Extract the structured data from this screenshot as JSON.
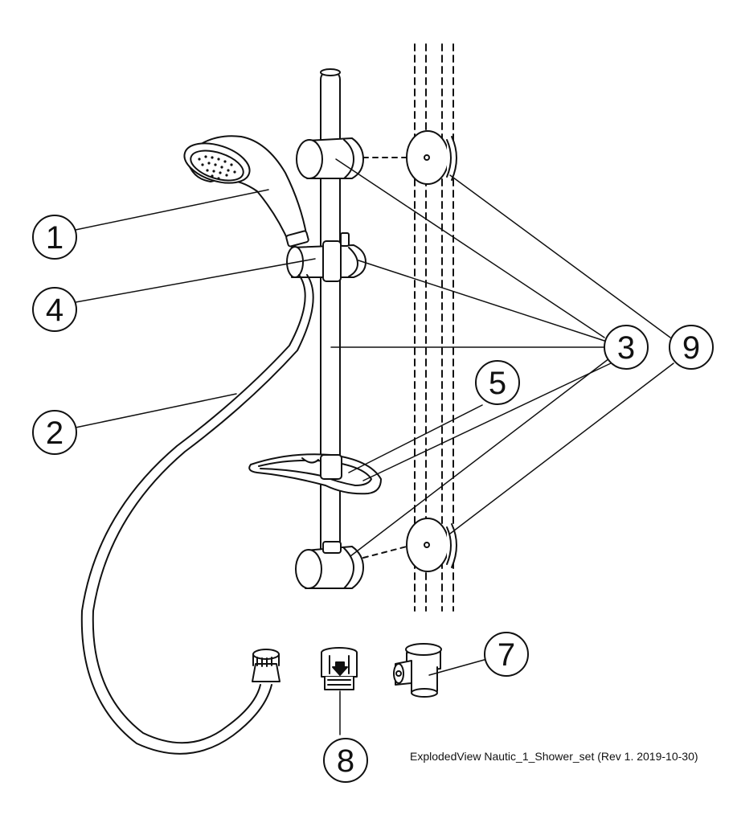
{
  "diagram": {
    "caption": "ExplodedView Nautic_1_Shower_set  (Rev 1. 2019-10-30)",
    "callouts": [
      {
        "id": "c1",
        "label": "1"
      },
      {
        "id": "c2",
        "label": "2"
      },
      {
        "id": "c3",
        "label": "3"
      },
      {
        "id": "c4",
        "label": "4"
      },
      {
        "id": "c5",
        "label": "5"
      },
      {
        "id": "c7",
        "label": "7"
      },
      {
        "id": "c8",
        "label": "8"
      },
      {
        "id": "c9",
        "label": "9"
      }
    ],
    "parts": [
      {
        "key": "hand-shower",
        "icon": "hand-shower-icon"
      },
      {
        "key": "shower-hose",
        "icon": "hose-icon"
      },
      {
        "key": "slide-rail",
        "icon": "rail-icon"
      },
      {
        "key": "sliding-holder",
        "icon": "holder-icon"
      },
      {
        "key": "soap-dish",
        "icon": "soap-dish-icon"
      },
      {
        "key": "tee-valve",
        "icon": "tee-valve-icon"
      },
      {
        "key": "check-valve-adapter",
        "icon": "adapter-icon"
      },
      {
        "key": "wall-brackets",
        "icon": "wall-bracket-icon"
      }
    ],
    "colors": {
      "line": "#111111",
      "background": "#ffffff"
    }
  }
}
